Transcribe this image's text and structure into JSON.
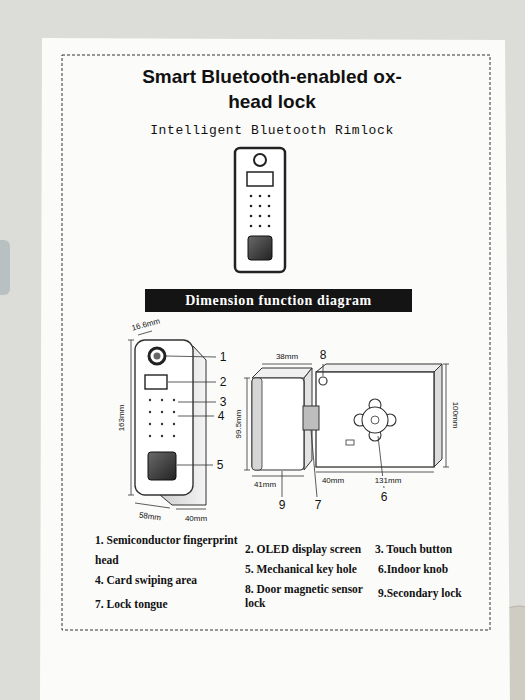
{
  "diagram": {
    "title": "Smart Bluetooth-enabled ox-head lock",
    "nodes": [
      {
        "text": [
          "Dimension function diagram"
        ]
      }
    ],
    "labels": [
      "Intelligent Bluetooth Rimlock",
      "16.6mm",
      "1",
      "8",
      "38mm",
      "2",
      "100mm",
      "163mm",
      "99.5mm",
      "3",
      "4",
      "5",
      "131mm",
      "40mm",
      "41mm",
      "6",
      "58mm",
      "40mm",
      "9",
      "7",
      "1. Semiconductor fingerprint head",
      "2. OLED display screen",
      "3. Touch button",
      "4. Card swiping area",
      "5. Mechanical key hole",
      "6.Indoor knob",
      "7. Lock tongue",
      "8. Door magnetic sensor lock",
      "9.Secondary lock"
    ]
  }
}
